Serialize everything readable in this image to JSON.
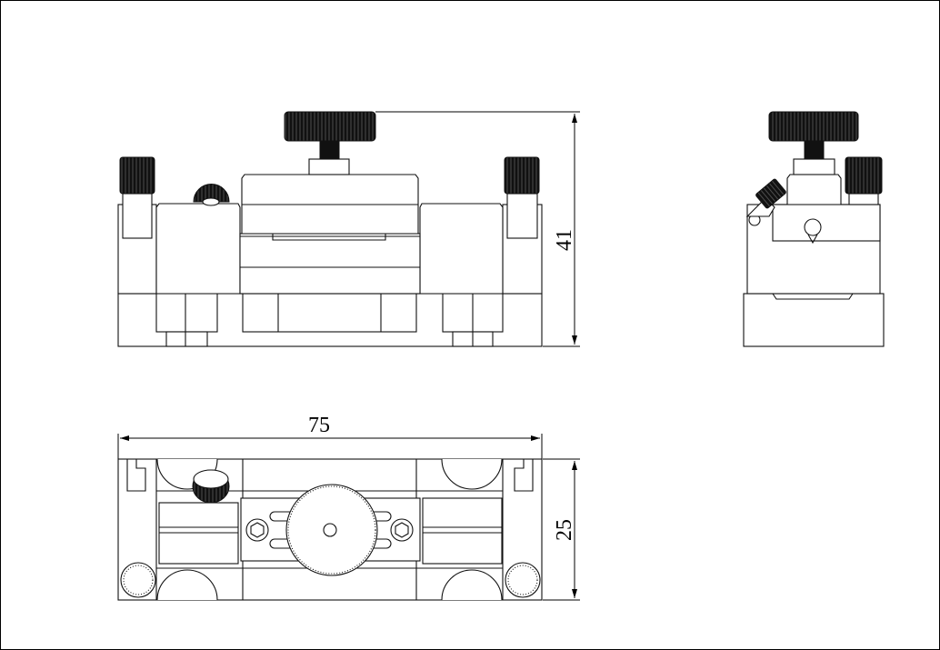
{
  "drawing": {
    "views": [
      "front-view",
      "side-view",
      "top-view"
    ],
    "dimensions": {
      "height": "41",
      "length": "75",
      "width": "25"
    },
    "line_color": "#111111",
    "background": "#ffffff"
  }
}
